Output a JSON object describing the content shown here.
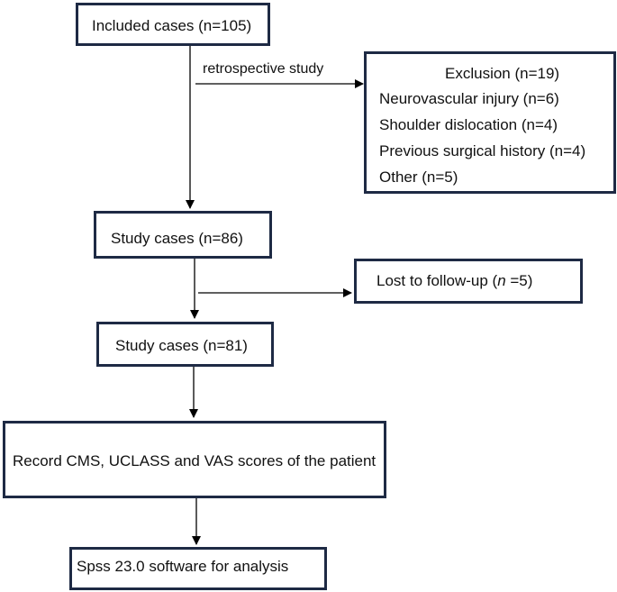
{
  "flowchart": {
    "included": "Included cases (n=105)",
    "retrospective_label": "retrospective study",
    "exclusion": {
      "title": "Exclusion (n=19)",
      "items": [
        "Neurovascular injury (n=6)",
        "Shoulder dislocation (n=4)",
        "Previous surgical history (n=4)",
        "Other (n=5)"
      ]
    },
    "study_cases_1": "Study cases (n=86)",
    "lost_followup": {
      "prefix": "Lost to follow-up (",
      "n": "n",
      "suffix": " =5)"
    },
    "study_cases_2": "Study cases (n=81)",
    "record_scores": "Record CMS, UCLASS and VAS scores of the patient",
    "analysis": "Spss 23.0 software for analysis"
  }
}
